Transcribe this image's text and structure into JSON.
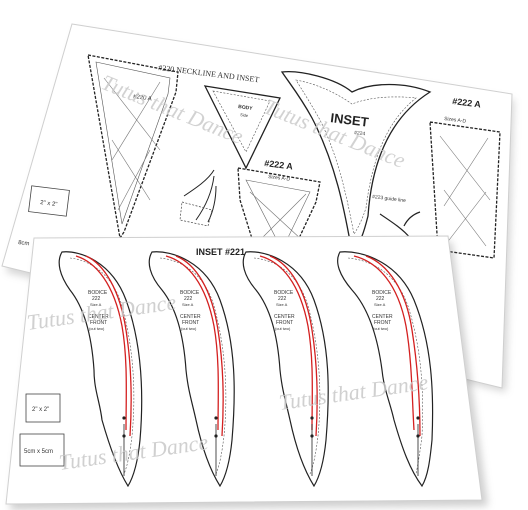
{
  "back_sheet": {
    "header": "#220 NECKLINE AND INSET",
    "piece_220a": "#220 A",
    "piece_body": "BODY",
    "piece_body_sub": "Side",
    "inset_title": "INSET",
    "inset_number": "#224",
    "piece_222a_center": "#222 A",
    "piece_222a_center_sub": "Sizes A-D",
    "piece_222a_right": "#222 A",
    "piece_222a_right_sub": "Sizes A-D",
    "guide_line": "#223 guide line",
    "test_square": "2\" x 2\"",
    "cut_edge_label": "8cm"
  },
  "front_sheet": {
    "title": "INSET #221",
    "bodice_label": "BODICE",
    "bodice_number": "222",
    "bodice_size": "Size A",
    "center_label": "CENTER",
    "front_label": "FRONT",
    "cut_label": "(cut two)",
    "square_inch": "2\" x 2\"",
    "square_cm": "5cm x 5cm"
  },
  "watermark": "Tutus that Dance",
  "colors": {
    "sheet": "#ffffff",
    "outline": "#222222",
    "seam": "#555555",
    "red_line": "#d42020",
    "watermark": "#c8c8c8",
    "shadow": "#9a9a9a"
  }
}
